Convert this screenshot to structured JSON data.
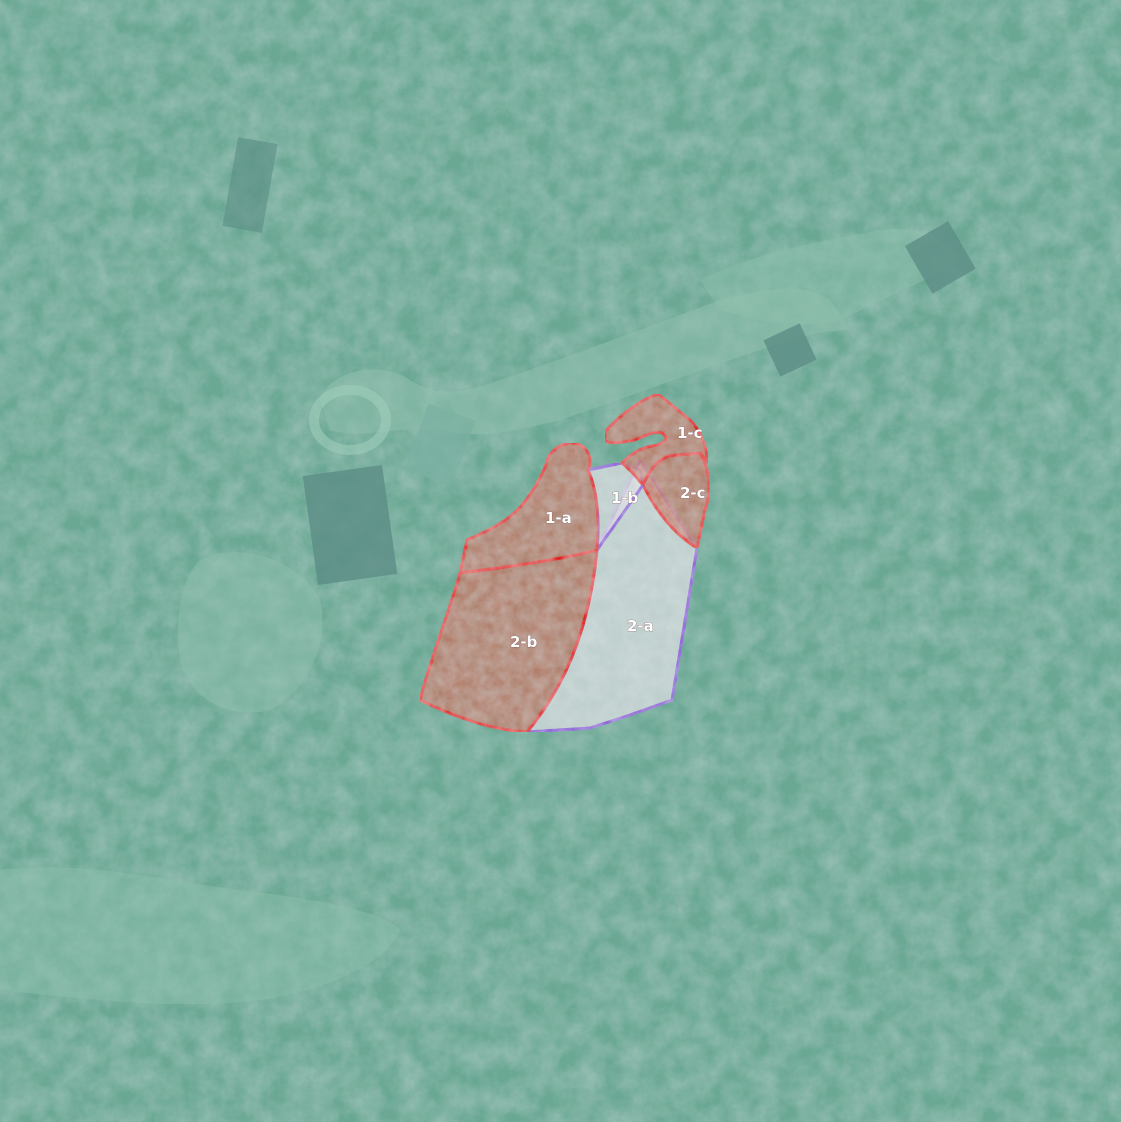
{
  "map": {
    "basemap": "aerial-imagery-forest",
    "tint_color": "#5f9d8a",
    "stands": [
      {
        "label": "1-a",
        "color": "#e0221f",
        "fill": "#c0705a"
      },
      {
        "label": "1-b",
        "color": "#8a5ad8",
        "fill": "#d7d9dd"
      },
      {
        "label": "1-c",
        "color": "#e0221f",
        "fill": "#c0705a"
      },
      {
        "label": "2-a",
        "color": "#8a5ad8",
        "fill": "#d7d9dd"
      },
      {
        "label": "2-b",
        "color": "#e0221f",
        "fill": "#c0705a"
      },
      {
        "label": "2-c",
        "color": "#e0221f",
        "fill": "#c0705a"
      }
    ]
  }
}
